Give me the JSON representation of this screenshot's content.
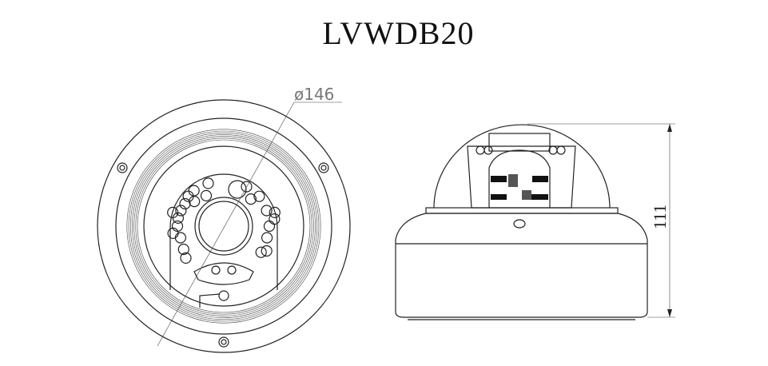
{
  "title": "LVWDB20",
  "front_view": {
    "diameter_label": "ø146"
  },
  "side_view": {
    "height_label": "111"
  },
  "colors": {
    "line": "#222222",
    "dimension": "#777777"
  }
}
